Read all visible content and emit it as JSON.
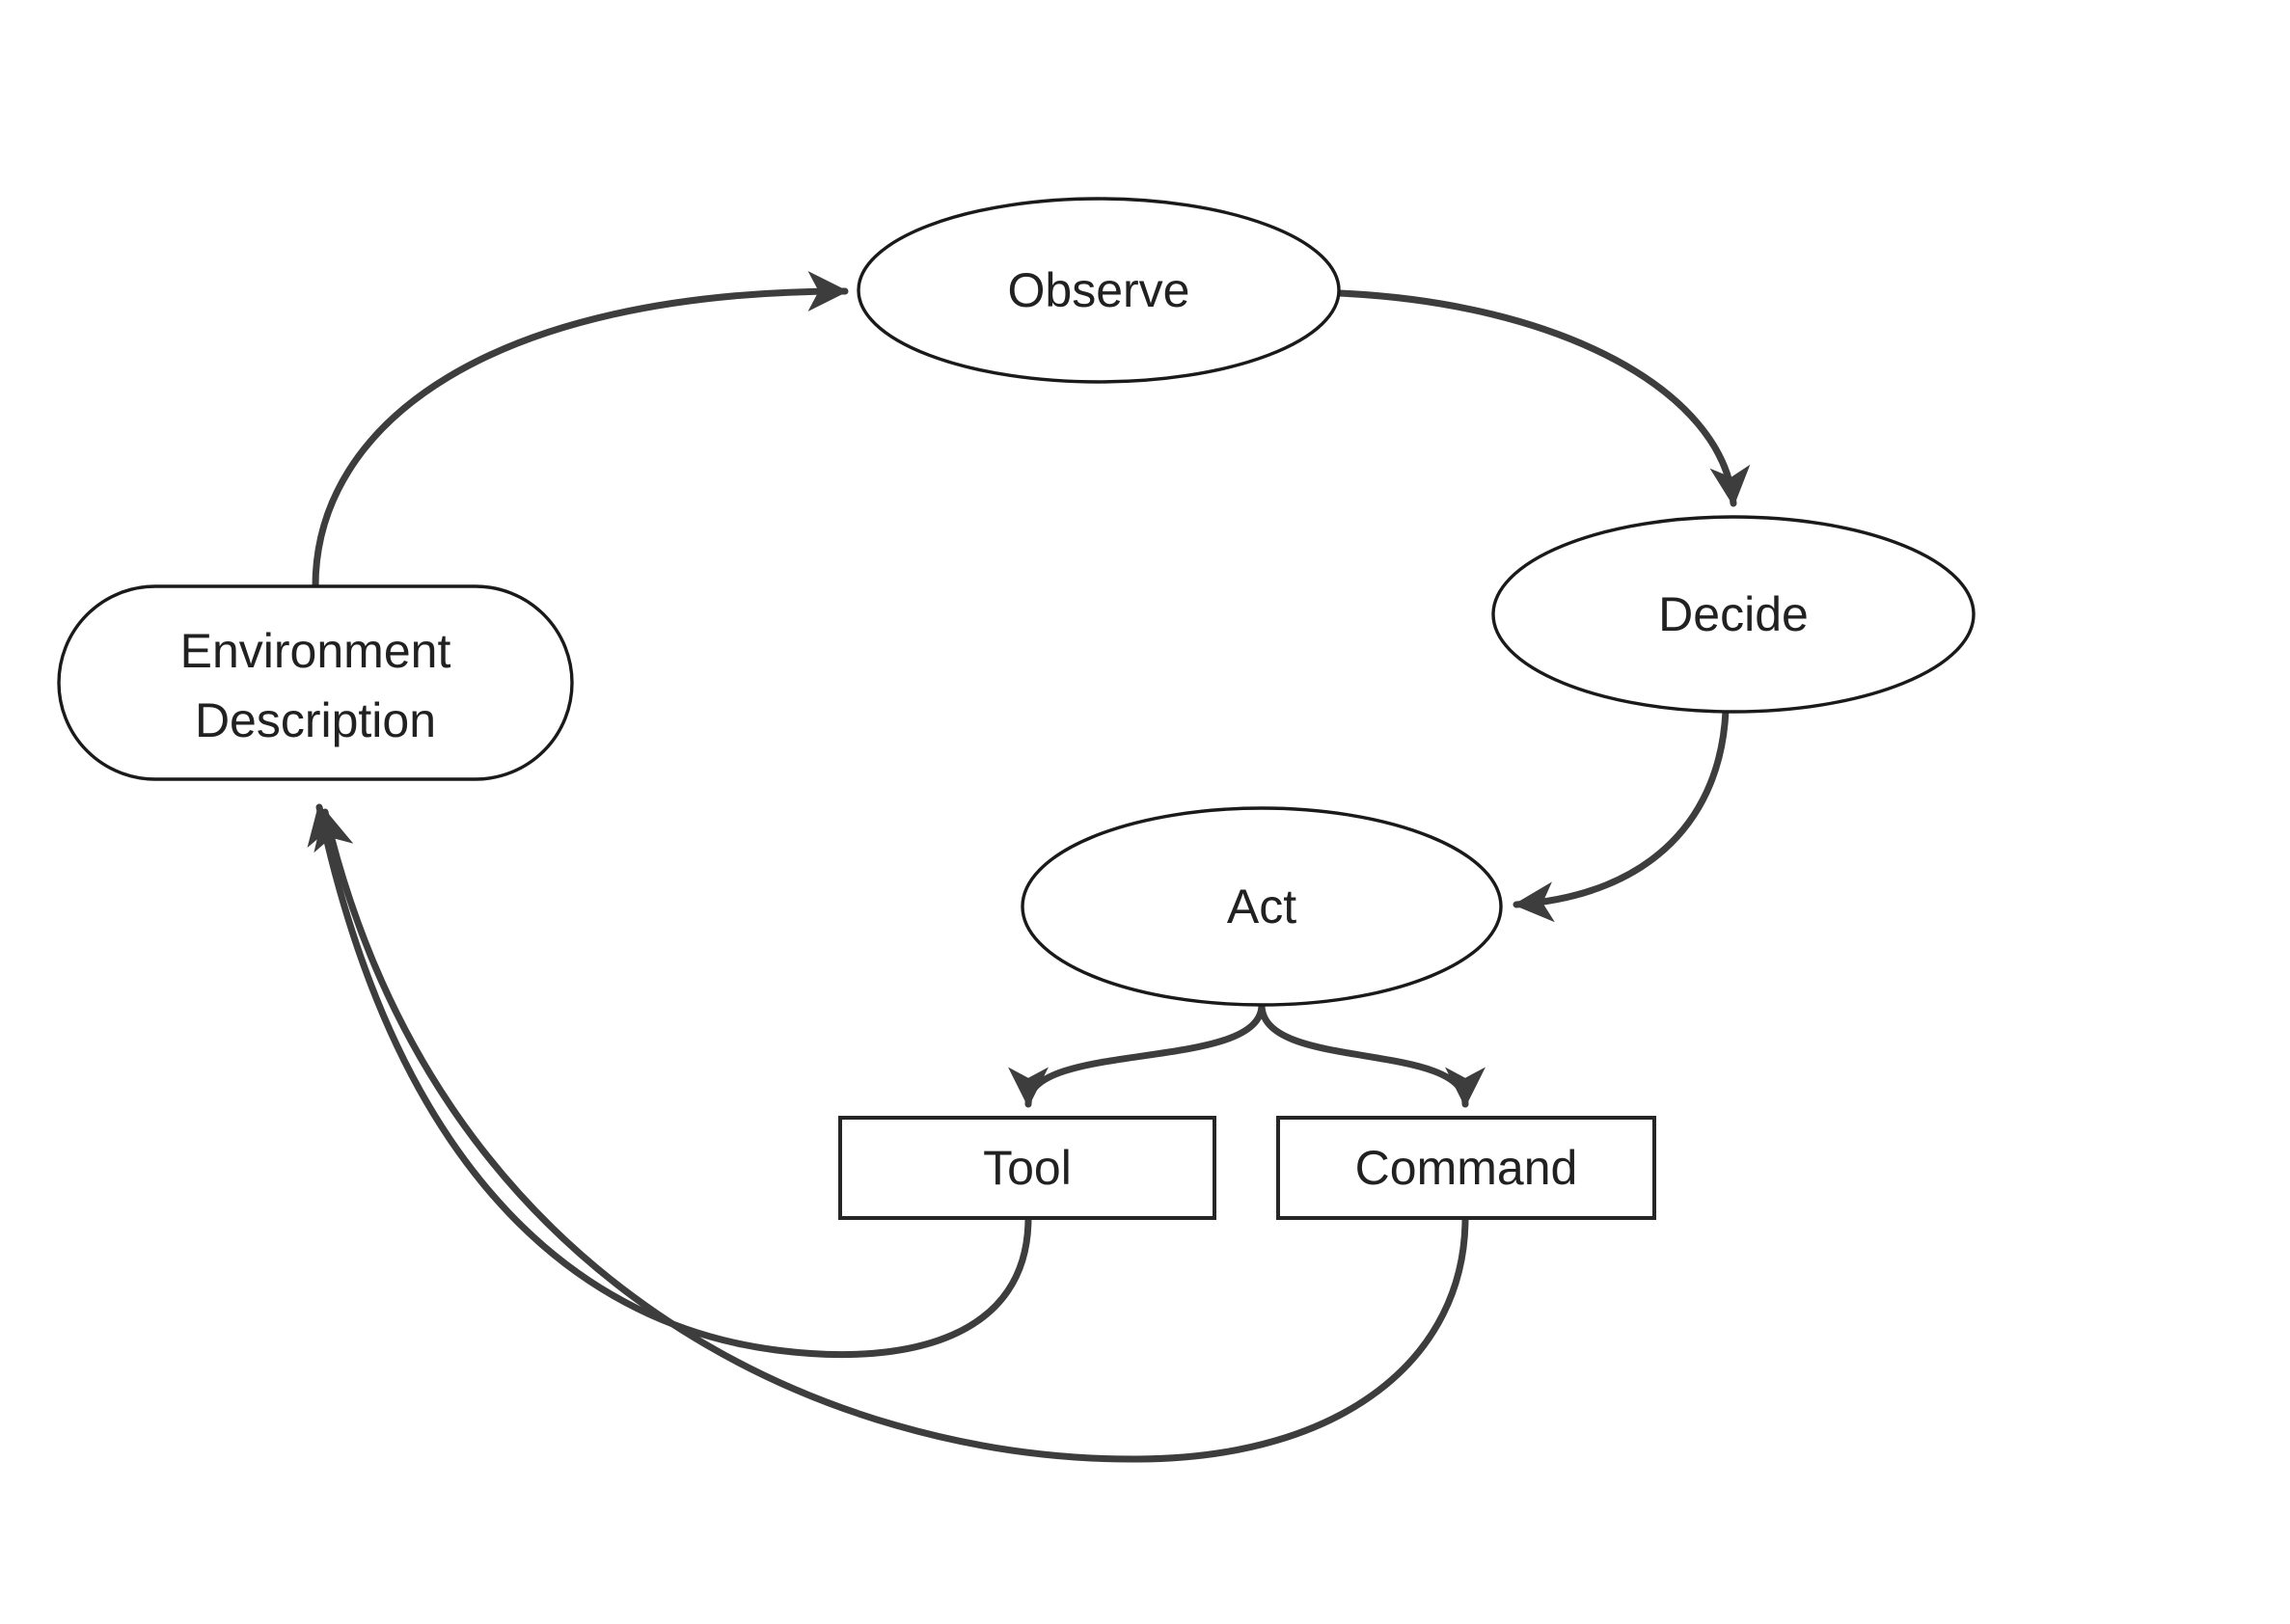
{
  "diagram": {
    "background": "#ffffff",
    "colors": {
      "edge_stroke": "#3d3d3d",
      "ellipse_border": "#1a1a1a",
      "rect_border": "#262626",
      "node_fill": "#ffffff",
      "text": "#212121"
    },
    "nodes": {
      "observe": {
        "label": "Observe",
        "shape": "ellipse"
      },
      "decide": {
        "label": "Decide",
        "shape": "ellipse"
      },
      "act": {
        "label": "Act",
        "shape": "ellipse"
      },
      "environment": {
        "label": "Environment Description",
        "label_lines": [
          "Environment",
          "Description"
        ],
        "shape": "rounded-rect"
      },
      "tool": {
        "label": "Tool",
        "shape": "rect"
      },
      "command": {
        "label": "Command",
        "shape": "rect"
      }
    },
    "edges": [
      {
        "from": "environment",
        "to": "observe",
        "arrow": "into-left-of-observe"
      },
      {
        "from": "observe",
        "to": "decide",
        "arrow": "into-top-of-decide"
      },
      {
        "from": "decide",
        "to": "act",
        "arrow": "into-right-of-act"
      },
      {
        "from": "act",
        "to": "tool",
        "arrow": "into-top-of-tool"
      },
      {
        "from": "act",
        "to": "command",
        "arrow": "into-top-of-command"
      },
      {
        "from": "tool",
        "to": "environment",
        "arrow": "into-bottom-of-environment"
      },
      {
        "from": "command",
        "to": "environment",
        "arrow": "into-bottom-of-environment"
      }
    ]
  }
}
